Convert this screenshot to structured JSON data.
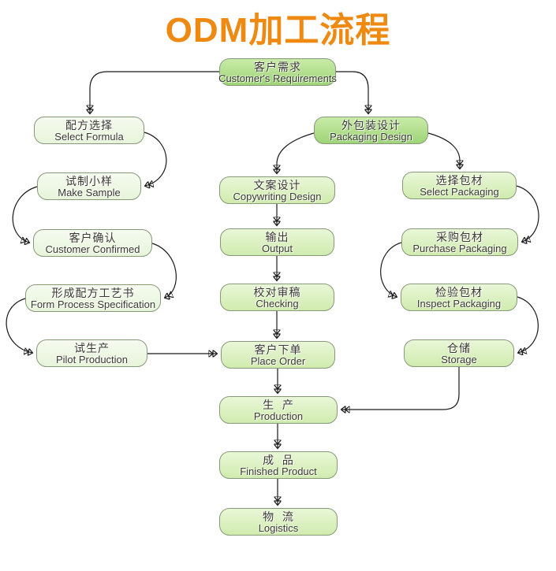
{
  "title": {
    "text": "ODM加工流程"
  },
  "colors": {
    "title": "#ee8912",
    "hub_fill_top": "#c9eba8",
    "hub_fill_bottom": "#9ed477",
    "mid_fill_top": "#e9f7d8",
    "mid_fill_bottom": "#d0ebae",
    "light_fill_top": "#f5fbf0",
    "light_fill_bottom": "#e7f4da",
    "node_border": "#88997a",
    "arrow": "#1a1a1a",
    "text": "#3a3a33"
  },
  "nodes": {
    "customer_requirements": {
      "zh": "客户需求",
      "en": "Customer's Requirements"
    },
    "select_formula": {
      "zh": "配方选择",
      "en": "Select Formula"
    },
    "make_sample": {
      "zh": "试制小样",
      "en": "Make Sample"
    },
    "customer_confirmed": {
      "zh": "客户确认",
      "en": "Customer Confirmed"
    },
    "form_process_specification": {
      "zh": "形成配方工艺书",
      "en": "Form Process Specification"
    },
    "pilot_production": {
      "zh": "试生产",
      "en": "Pilot Production"
    },
    "packaging_design": {
      "zh": "外包装设计",
      "en": "Packaging Design"
    },
    "copywriting_design": {
      "zh": "文案设计",
      "en": "Copywriting Design"
    },
    "output": {
      "zh": "输出",
      "en": "Output"
    },
    "checking": {
      "zh": "校对审稿",
      "en": "Checking"
    },
    "place_order": {
      "zh": "客户下单",
      "en": "Place Order"
    },
    "production": {
      "zh": "生  产",
      "en": "Production"
    },
    "finished_product": {
      "zh": "成  品",
      "en": "Finished Product"
    },
    "logistics": {
      "zh": "物  流",
      "en": "Logistics"
    },
    "select_packaging": {
      "zh": "选择包材",
      "en": "Select Packaging"
    },
    "purchase_packaging": {
      "zh": "采购包材",
      "en": "Purchase Packaging"
    },
    "inspect_packaging": {
      "zh": "检验包材",
      "en": "Inspect Packaging"
    },
    "storage": {
      "zh": "仓储",
      "en": "Storage"
    }
  }
}
